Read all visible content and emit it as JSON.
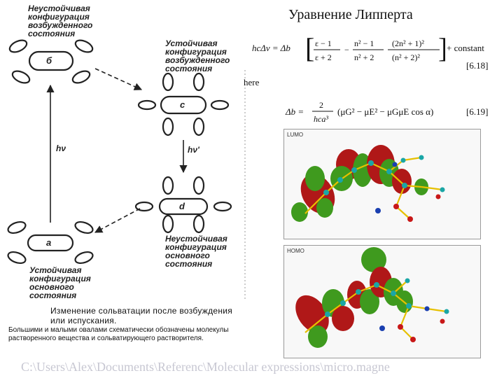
{
  "title": "Уравнение Липперта",
  "left_diagram": {
    "states": [
      {
        "letter": "б",
        "label": "Неустойчивая конфигурация возбужденного состояния"
      },
      {
        "letter": "с",
        "label": "Устойчивая конфигурация возбужденного состояния"
      },
      {
        "letter": "d",
        "label": "Неустойчивая конфигурация основного состояния"
      },
      {
        "letter": "a",
        "label": "Устойчивая конфигурация основного состояния"
      }
    ],
    "transitions": {
      "absorption": "hν",
      "emission": "hν'"
    },
    "caption_title": "Изменение сольватации после возбуждения или испускания.",
    "caption_body": "Большими и малыми овалами схематически обозначены молекулы растворенного вещества и сольватирующего растворителя."
  },
  "equations": {
    "lippert_lhs": "hcΔν = Δb",
    "lippert_tail": "+ constant",
    "lippert_number": "[6.18]",
    "where": "here",
    "delta_b_lhs": "Δb =",
    "delta_b_body": "(μG² − μE² − μGμE cos α)",
    "delta_b_number": "[6.19]"
  },
  "orbitals": {
    "upper_label": "LUMO",
    "lower_label": "HOMO"
  },
  "footer": "C:\\Users\\Alex\\Documents\\Referenc\\Molecular expressions\\micro.magne",
  "colors": {
    "lobe_red": "#b01818",
    "lobe_green": "#3f9a1e",
    "atom_teal": "#1aa6a6",
    "bond": "#e6c000"
  }
}
